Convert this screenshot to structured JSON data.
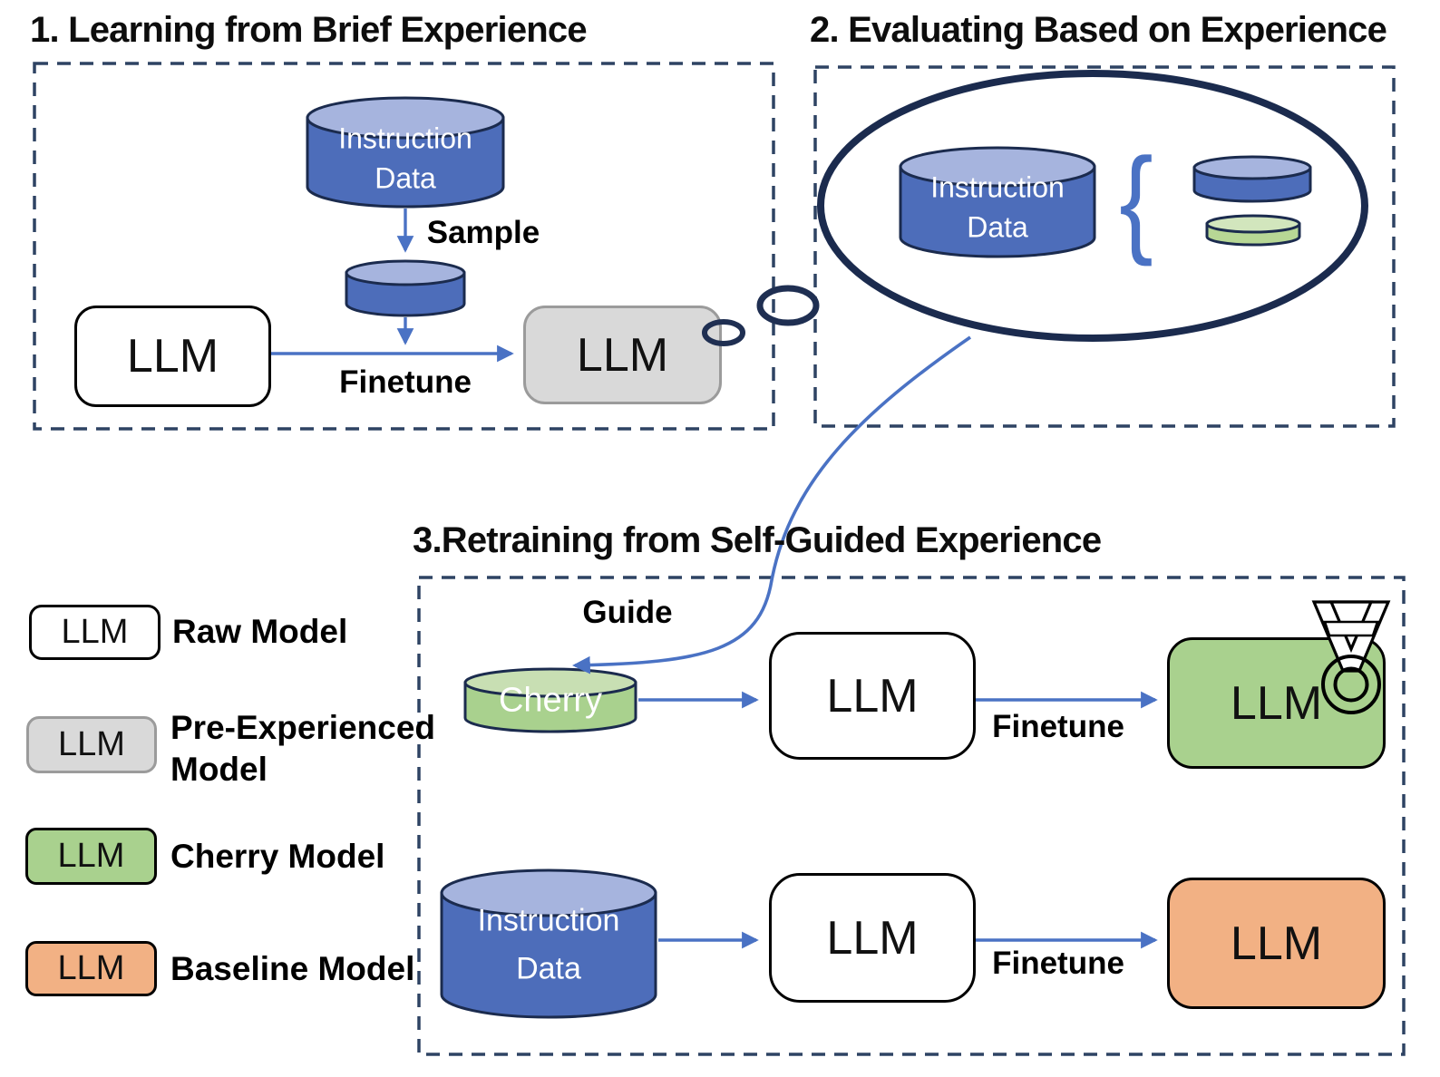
{
  "titles": {
    "section1": "1. Learning from Brief Experience",
    "section2": "2. Evaluating Based on Experience",
    "section3": "3.Retraining from Self-Guided Experience"
  },
  "section1": {
    "instruction_cylinder": {
      "line1": "Instruction",
      "line2": "Data"
    },
    "sample_label": "Sample",
    "finetune_label": "Finetune",
    "raw_llm_text": "LLM",
    "pre_experienced_llm_text": "LLM"
  },
  "section2": {
    "instruction_cylinder": {
      "line1": "Instruction",
      "line2": "Data"
    },
    "brace_glyph": "{"
  },
  "section3": {
    "guide_label": "Guide",
    "cherry_cylinder_label": "Cherry",
    "row1": {
      "llm_text": "LLM",
      "finetune_label": "Finetune",
      "cherry_model_text": "LLM"
    },
    "row2": {
      "instruction_cylinder": {
        "line1": "Instruction",
        "line2": "Data"
      },
      "llm_text": "LLM",
      "finetune_label": "Finetune",
      "baseline_model_text": "LLM"
    }
  },
  "legend": {
    "items": [
      {
        "swatch_text": "LLM",
        "label": "Raw Model"
      },
      {
        "swatch_text": "LLM",
        "label": "Pre-Experienced Model"
      },
      {
        "swatch_text": "LLM",
        "label": "Cherry Model"
      },
      {
        "swatch_text": "LLM",
        "label": "Baseline Model"
      }
    ]
  },
  "icons": {
    "medal": "award-medal-icon",
    "thought_bubbles": "thought-bubble-icon",
    "brace": "curly-brace-icon"
  },
  "colors": {
    "data_blue_body": "#4d6dba",
    "data_blue_top": "#a6b4de",
    "green_body": "#a9d18e",
    "green_top": "#c8dfb3",
    "gray_fill": "#d9d9d9",
    "orange_fill": "#f2b184",
    "arrow_blue": "#4a72c4",
    "outline_navy": "#1b2b4e",
    "dashed_border_navy": "#2e4363"
  }
}
